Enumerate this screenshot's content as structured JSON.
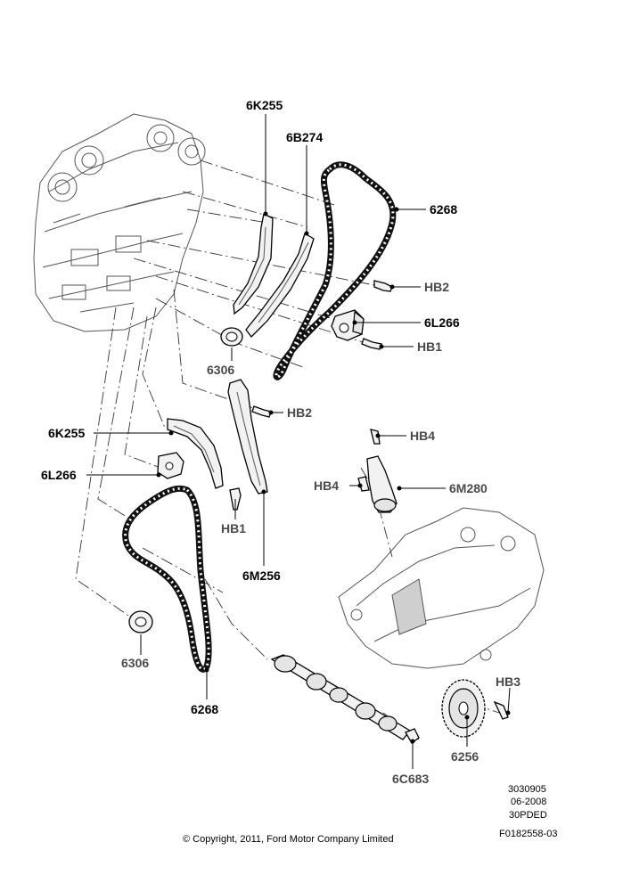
{
  "labels": {
    "guide_6k255_top": "6K255",
    "guide_6b274": "6B274",
    "chain_6268_top": "6268",
    "bolt_hb2_top": "HB2",
    "tensioner_6l266_top": "6L266",
    "bolt_hb1_top": "HB1",
    "bush_6306_top": "6306",
    "bolt_hb2_mid": "HB2",
    "guide_6k255_left": "6K255",
    "tensioner_6l266_left": "6L266",
    "bolt_hb1_mid": "HB1",
    "guide_6m256": "6M256",
    "bolt_hb4_top": "HB4",
    "bolt_hb4_left": "HB4",
    "tensioner_6m280": "6M280",
    "bush_6306_bottom": "6306",
    "chain_6268_bottom": "6268",
    "bolt_hb3": "HB3",
    "sprocket_6256": "6256",
    "key_6c683": "6C683"
  },
  "meta": {
    "code_1": "3030905",
    "date": "06-2008",
    "code_2": "30PDED",
    "figure_id": "F0182558-03"
  },
  "copyright": "© Copyright, 2011, Ford Motor Company Limited"
}
